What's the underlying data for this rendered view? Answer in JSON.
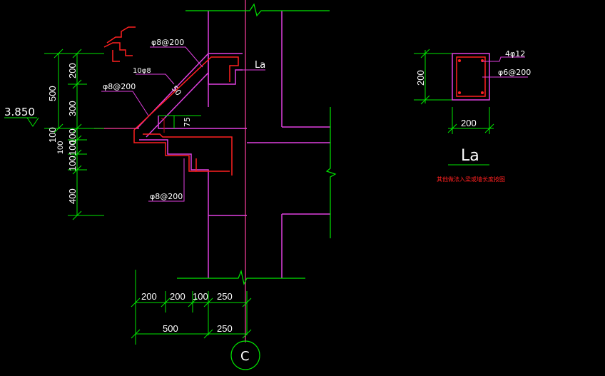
{
  "colors": {
    "background": "#000000",
    "wall": "#e040e0",
    "rebar": "#ff2020",
    "axis": "#ff3fa0",
    "dimension": "#00e600",
    "text": "#ffffff"
  },
  "labels": {
    "rebar_top": "φ8@200",
    "rebar_bar_count": "10φ8",
    "rebar_left": "φ8@200",
    "rebar_bottom": "φ8@200",
    "anchor_len": "La",
    "slope_dim": "50",
    "small_dim": "75",
    "elevation": "3.850"
  },
  "vertical_dims": [
    "200",
    "300",
    "100",
    "100",
    "100",
    "400"
  ],
  "vertical_total": [
    "500",
    "100"
  ],
  "bottom_dims_row1": [
    "200",
    "200",
    "100",
    "250"
  ],
  "bottom_dims_row2": [
    "500",
    "250"
  ],
  "axis_label": "C",
  "section": {
    "height_dim": "200",
    "width_dim": "200",
    "main_bars": "4φ12",
    "stirrups": "φ6@200",
    "title": "La",
    "note": "其他做法入梁或墙长度按图"
  }
}
